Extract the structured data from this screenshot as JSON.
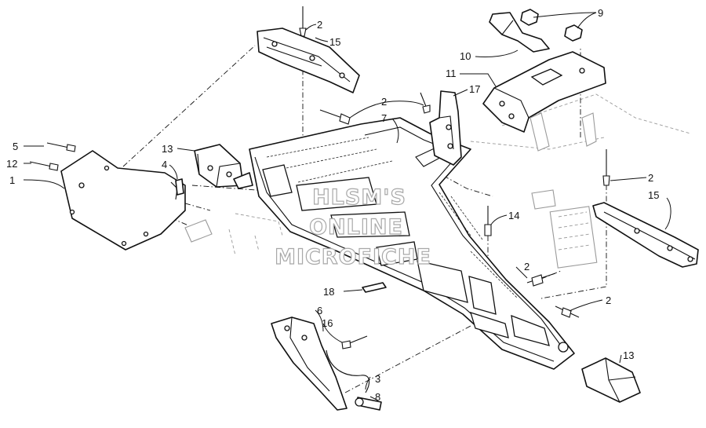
{
  "diagram": {
    "callouts": [
      {
        "id": "c1",
        "label": "1"
      },
      {
        "id": "c2a",
        "label": "2"
      },
      {
        "id": "c2b",
        "label": "2"
      },
      {
        "id": "c2c",
        "label": "2"
      },
      {
        "id": "c2d",
        "label": "2"
      },
      {
        "id": "c2e",
        "label": "2"
      },
      {
        "id": "c3",
        "label": "3"
      },
      {
        "id": "c4",
        "label": "4"
      },
      {
        "id": "c5",
        "label": "5"
      },
      {
        "id": "c6",
        "label": "6"
      },
      {
        "id": "c7",
        "label": "7"
      },
      {
        "id": "c8",
        "label": "8"
      },
      {
        "id": "c9",
        "label": "9"
      },
      {
        "id": "c10",
        "label": "10"
      },
      {
        "id": "c11",
        "label": "11"
      },
      {
        "id": "c12",
        "label": "12"
      },
      {
        "id": "c13a",
        "label": "13"
      },
      {
        "id": "c13b",
        "label": "13"
      },
      {
        "id": "c14",
        "label": "14"
      },
      {
        "id": "c15a",
        "label": "15"
      },
      {
        "id": "c15b",
        "label": "15"
      },
      {
        "id": "c16",
        "label": "16"
      },
      {
        "id": "c17",
        "label": "17"
      },
      {
        "id": "c18",
        "label": "18"
      }
    ],
    "watermark": [
      "HLSM'S",
      "ONLINE",
      "MICROFICHE"
    ]
  }
}
